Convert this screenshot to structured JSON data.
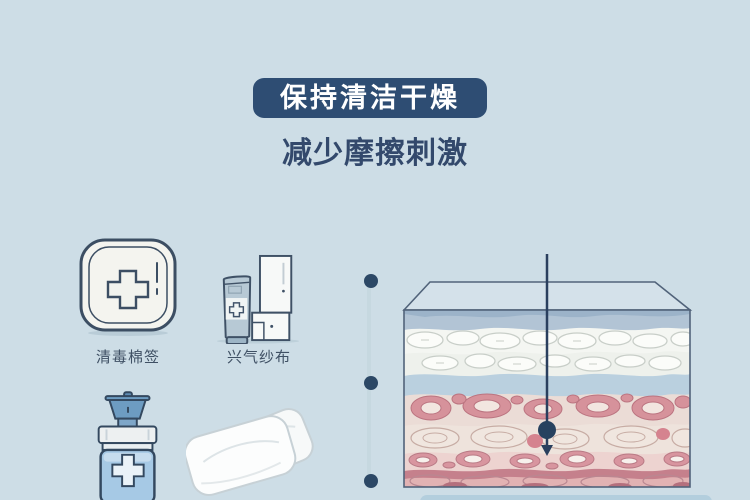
{
  "page": {
    "bg_color": "#cddde6",
    "accent_navy": "#2e4d73"
  },
  "title": {
    "text": "保持清洁干燥",
    "bg": "#2e4d73",
    "color": "#ffffff"
  },
  "subtitle": {
    "text": "减少摩擦刺激",
    "color": "#33496c"
  },
  "supplies": {
    "items": [
      {
        "id": "disinfectant-swab",
        "label": "清毒棉签",
        "icon": "first-aid-kit-icon"
      },
      {
        "id": "breathable-gauze",
        "label": "兴气纱布",
        "icon": "ointment-tube-gauze-icon"
      },
      {
        "id": "disinfectant-bottle",
        "icon": "medicine-bottle-icon"
      },
      {
        "id": "gauze-pads",
        "icon": "gauze-pads-icon"
      }
    ]
  },
  "timeline": {
    "dots": 3,
    "dot_color": "#2c4866",
    "line_color": "#c6d8e0"
  },
  "skin_diagram": {
    "icon": "skin-cross-section-diagram",
    "pointer_icon": "down-arrow-pointer",
    "pointer_color": "#27415f",
    "layer_palette": [
      "#b2c4d5",
      "#f4f6f2",
      "#eef1ec",
      "#bad0df",
      "#ebdcd6",
      "#eee3dc",
      "#edd3d0",
      "#c5808c",
      "#e2b2b3"
    ]
  }
}
